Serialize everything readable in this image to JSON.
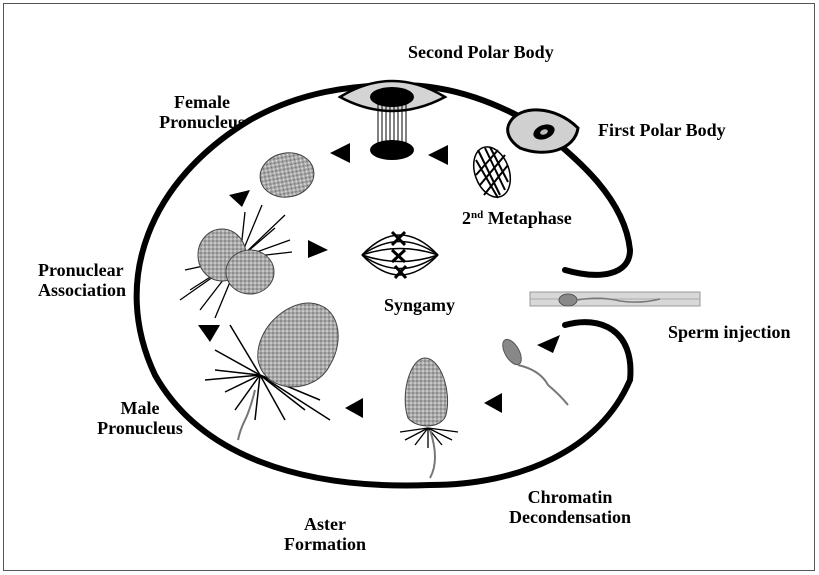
{
  "labels": {
    "second_polar_body": "Second Polar Body",
    "first_polar_body": "First Polar Body",
    "female_pronucleus_1": "Female",
    "female_pronucleus_2": "Pronucleus",
    "metaphase_prefix": "2",
    "metaphase_sup": "nd",
    "metaphase_suffix": " Metaphase",
    "pronuclear_association_1": "Pronuclear",
    "pronuclear_association_2": "Association",
    "syngamy": "Syngamy",
    "sperm_injection": "Sperm injection",
    "male_pronucleus_1": "Male",
    "male_pronucleus_2": "Pronucleus",
    "chromatin_decondensation_1": "Chromatin",
    "chromatin_decondensation_2": "Decondensation",
    "aster_formation_1": "Aster",
    "aster_formation_2": "Formation"
  },
  "colors": {
    "cell_outline": "#000000",
    "pronucleus_fill": "#a9a9a9",
    "polar_body_fill": "#d0d0d0"
  }
}
